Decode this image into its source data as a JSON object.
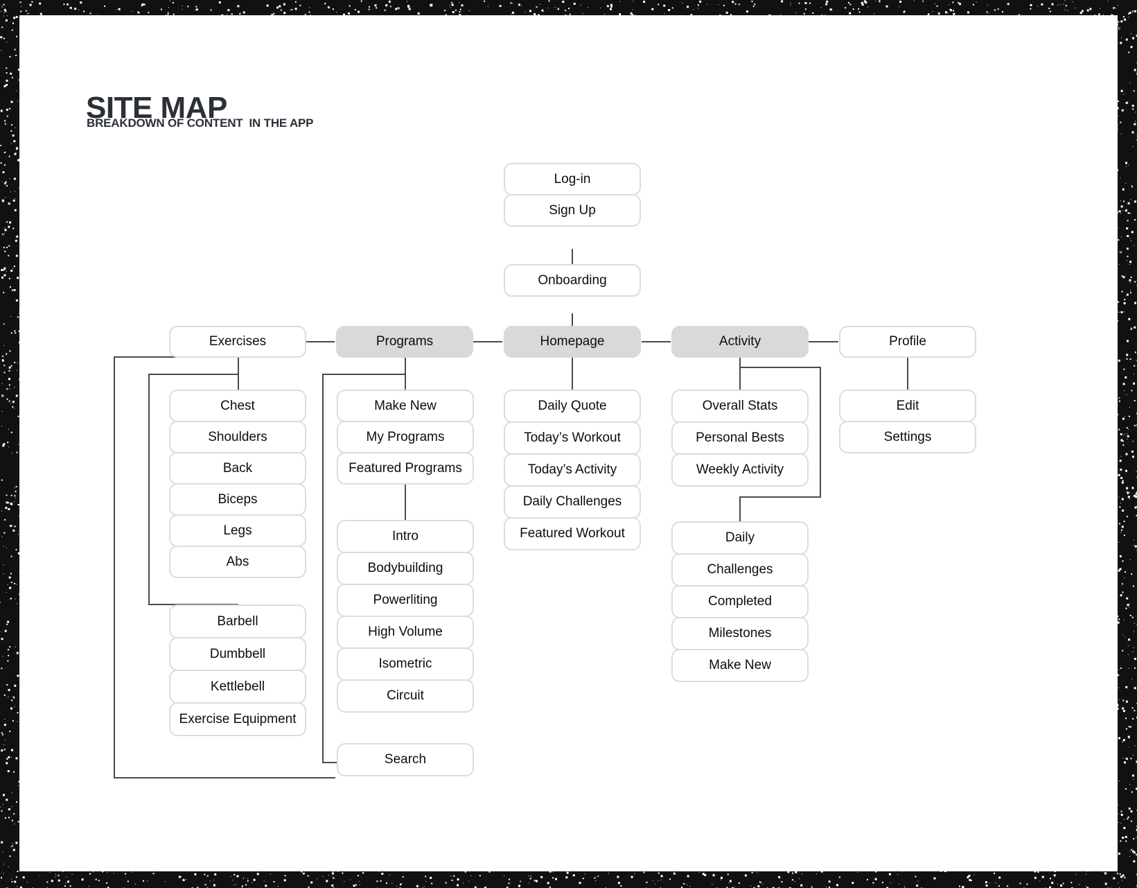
{
  "header": {
    "title": "SITE MAP",
    "subtitle": "BREAKDOWN OF CONTENT  IN THE APP"
  },
  "colors": {
    "node_fill": "#ffffff",
    "node_fill_active": "#d9d9d9",
    "node_border": "#dcdcdc",
    "connector": "#4a4a4a",
    "text": "#0d0d0d",
    "heading": "#2b2f37",
    "frame": "#111111"
  },
  "groups": {
    "auth": {
      "name": "auth-group",
      "items": [
        "Log-in",
        "Sign Up"
      ]
    },
    "onboarding": {
      "name": "onboarding-group",
      "items": [
        "Onboarding"
      ]
    },
    "nav": {
      "name": "primary-nav-row",
      "items": [
        {
          "label": "Exercises",
          "active": false
        },
        {
          "label": "Programs",
          "active": true
        },
        {
          "label": "Homepage",
          "active": true
        },
        {
          "label": "Activity",
          "active": true
        },
        {
          "label": "Profile",
          "active": false
        }
      ]
    },
    "muscle_groups": {
      "name": "exercises-muscle-groups",
      "items": [
        "Chest",
        "Shoulders",
        "Back",
        "Biceps",
        "Legs",
        "Abs"
      ]
    },
    "equipment": {
      "name": "exercises-equipment",
      "items": [
        "Barbell",
        "Dumbbell",
        "Kettlebell",
        "Exercise Equipment"
      ]
    },
    "programs_main": {
      "name": "programs-main",
      "items": [
        "Make New",
        "My Programs",
        "Featured Programs"
      ]
    },
    "programs_types": {
      "name": "programs-types",
      "items": [
        "Intro",
        "Bodybuilding",
        "Powerliting",
        "High Volume",
        "Isometric",
        "Circuit"
      ]
    },
    "search": {
      "name": "search-group",
      "items": [
        "Search"
      ]
    },
    "homepage_sections": {
      "name": "homepage-sections",
      "items": [
        "Daily Quote",
        "Today’s Workout",
        "Today’s Activity",
        "Daily Challenges",
        "Featured Workout"
      ]
    },
    "activity_stats": {
      "name": "activity-stats",
      "items": [
        "Overall Stats",
        "Personal Bests",
        "Weekly Activity"
      ]
    },
    "activity_challenges": {
      "name": "activity-challenges",
      "items": [
        "Daily",
        "Challenges",
        "Completed",
        "Milestones",
        "Make New"
      ]
    },
    "profile_sections": {
      "name": "profile-sections",
      "items": [
        "Edit",
        "Settings"
      ]
    }
  }
}
